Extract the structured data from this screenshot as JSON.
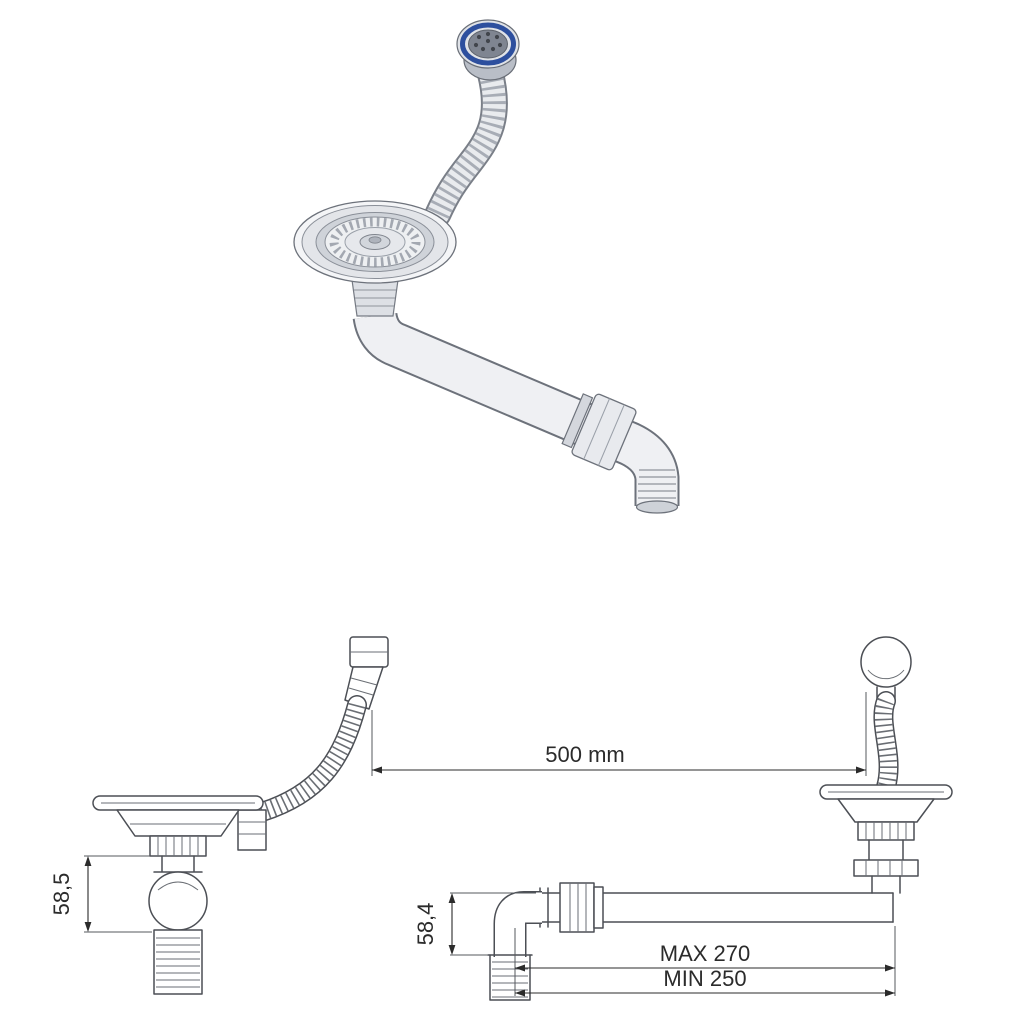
{
  "drawing": {
    "dim_span": "500 mm",
    "dim_left_height": "58,5",
    "dim_elbow_height": "58,4",
    "dim_pipe_max": "MAX 270",
    "dim_pipe_min": "MIN 250"
  },
  "colors": {
    "background": "#ffffff",
    "line": "#4c4f55",
    "dimension_text": "#2b2b2b",
    "accent_blue": "#2d4f9e",
    "metal_light": "#eff0f3",
    "metal_mid": "#cfd3d9",
    "metal_dark": "#8a8f98"
  }
}
